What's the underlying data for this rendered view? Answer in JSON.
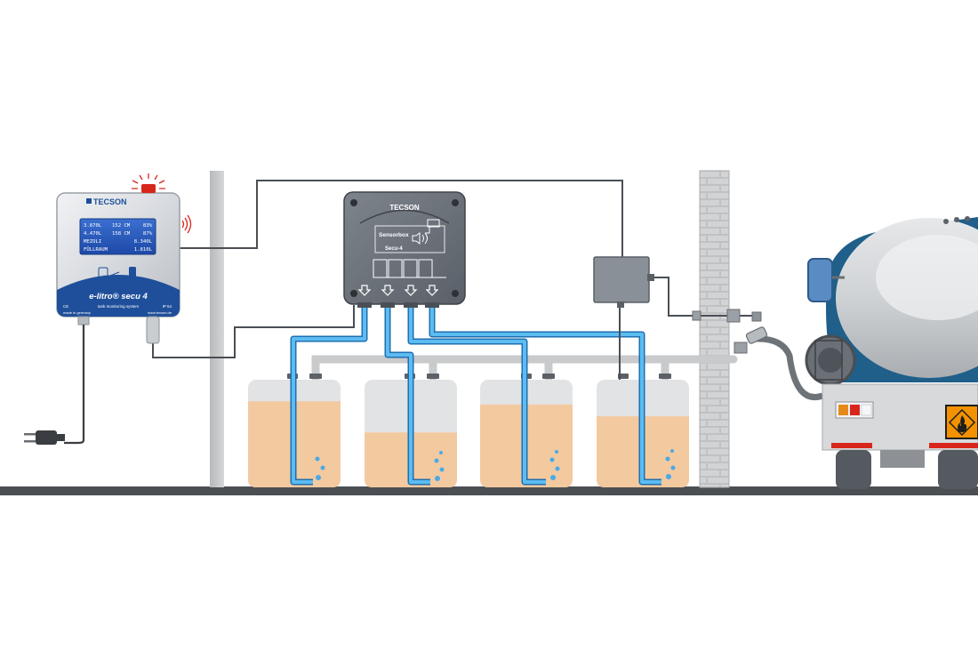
{
  "monitor": {
    "brand": "TECSON",
    "display_lines": [
      [
        "3.870L",
        "152 CM",
        "83%"
      ],
      [
        "4.470L",
        "158 CM",
        "87%"
      ],
      [
        "MEZOLI",
        "",
        "8.340L"
      ],
      [
        "FÜLLRAUM",
        "",
        "1.810L"
      ]
    ],
    "product_name": "e-litro® secu 4",
    "tagline": "tank monitoring system",
    "ce_mark": "CE",
    "ip_rating": "IP 54",
    "made_in": "made in germany",
    "website": "www.tecson.de"
  },
  "sensorbox": {
    "brand": "TECSON",
    "label_line1": "Sensorbox",
    "label_line2": "Secu-4"
  },
  "colors": {
    "hose_blue": "#3a9fe0",
    "pipe_grey": "#c8cacb",
    "cable_dark": "#4a4f55",
    "fuel": "#f3c9a0",
    "tank_empty": "#e2e3e5",
    "monitor_blue": "#1f4f9a",
    "alarm_red": "#d8261c",
    "ground": "#4b4e52",
    "hazard_orange": "#f39200"
  },
  "tanks": [
    {
      "fill_fraction": 0.8
    },
    {
      "fill_fraction": 0.51
    },
    {
      "fill_fraction": 0.77
    },
    {
      "fill_fraction": 0.66
    }
  ],
  "icons": {
    "alarm": "alarm-light-icon",
    "signal": "signal-waves-icon",
    "plug": "power-plug-icon",
    "arrow": "arrow-down-icon",
    "hazard": "flammable-hazard-icon"
  }
}
